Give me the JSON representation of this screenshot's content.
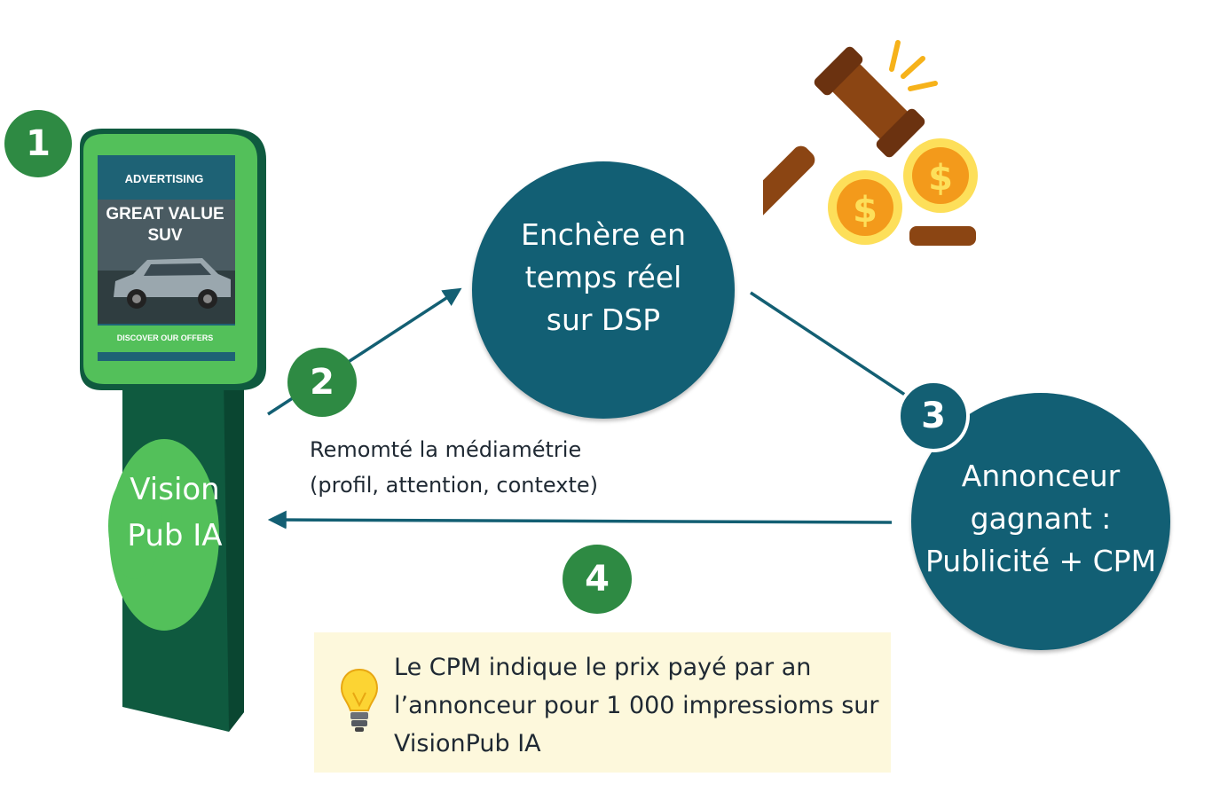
{
  "kiosk": {
    "screen_top_label": "ADVERTISING",
    "screen_headline": "GREAT VALUE\nSUV",
    "screen_cta": "DISCOVER OUR OFFERS",
    "brand": "Vision\nPub IA"
  },
  "steps": {
    "step1": "1",
    "step2": "2",
    "step3": "3",
    "step4": "4"
  },
  "dsp_circle": "Enchère en\ntemps réel\nsur DSP",
  "winner_circle": "Annonceur\ngagnant :\nPublicité + CPM",
  "metrics_label": "Remomté la médiamétrie\n(profil, attention, contexte)",
  "note": {
    "text": "Le CPM indique le prix payé par an\nl’annonceur pour 1 000 impressioms sur\nVisionPub IA",
    "icon": "lightbulb-icon"
  },
  "coins": {
    "symbol": "$"
  },
  "colors": {
    "teal": "#125f74",
    "green_badge": "#2e8a43",
    "kiosk_green": "#53c05a",
    "kiosk_dark": "#0f5a3f",
    "gavel_brown": "#8b4513",
    "coin_gold": "#f6b21a",
    "note_bg": "#fdf8dc"
  }
}
